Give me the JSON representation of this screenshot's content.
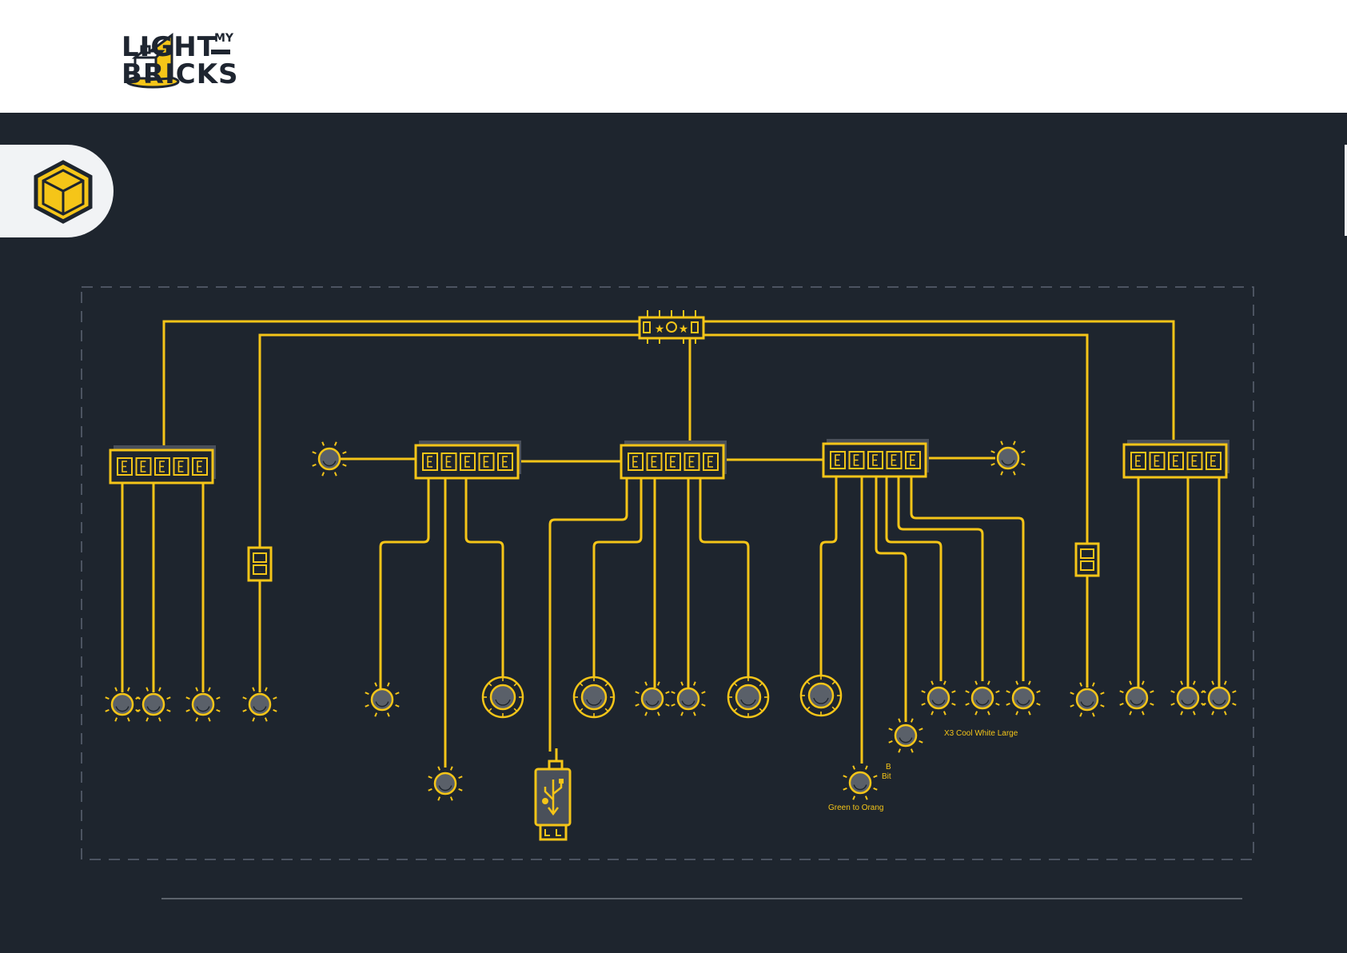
{
  "brand": {
    "name_line1": "LIGHT",
    "name_small": "MY",
    "name_line2": "BRICKS",
    "accent": "#f5c518",
    "dark": "#1e252e"
  },
  "icons": [
    "logo-brick-icon",
    "box-icon",
    "light-icon",
    "usb-icon",
    "hub-icon",
    "adapter-icon",
    "effects-board-icon"
  ],
  "labels": {
    "cool_white": "X3 Cool White Large",
    "green_orange": "Green to Orang",
    "bit_b": "B",
    "bit": "Bit"
  }
}
